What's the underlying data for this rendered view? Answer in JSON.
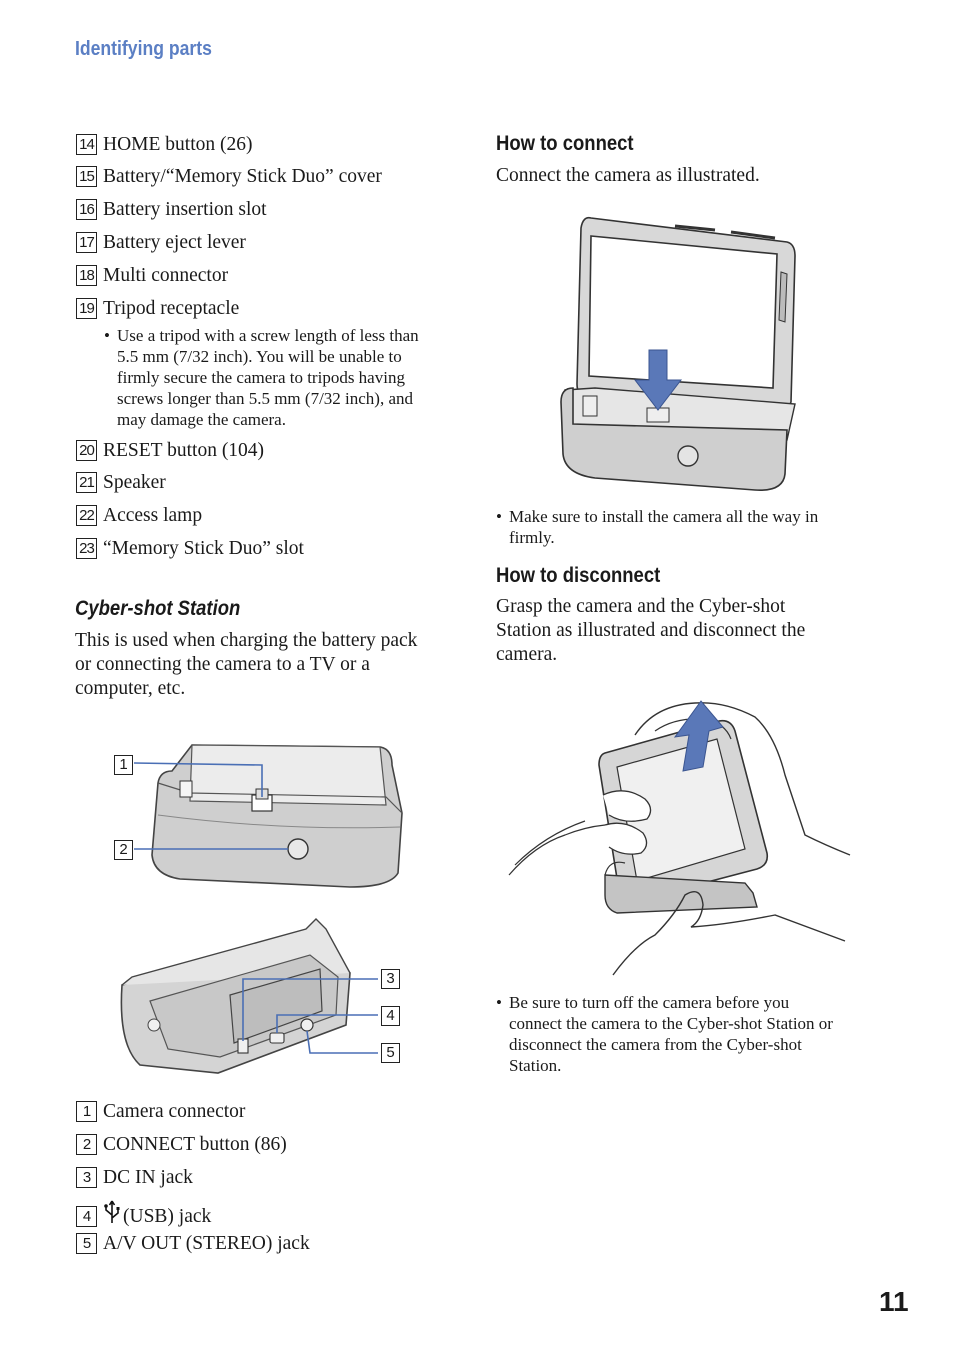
{
  "header": {
    "section_title": "Identifying parts"
  },
  "camera_parts": [
    {
      "num": "14",
      "label": "HOME button (26)"
    },
    {
      "num": "15",
      "label": "Battery/“Memory Stick Duo” cover"
    },
    {
      "num": "16",
      "label": "Battery insertion slot"
    },
    {
      "num": "17",
      "label": "Battery eject lever"
    },
    {
      "num": "18",
      "label": "Multi connector"
    },
    {
      "num": "19",
      "label": "Tripod receptacle"
    },
    {
      "num": "20",
      "label": "RESET button (104)"
    },
    {
      "num": "21",
      "label": "Speaker"
    },
    {
      "num": "22",
      "label": "Access lamp"
    },
    {
      "num": "23",
      "label": "“Memory Stick Duo” slot"
    }
  ],
  "tripod_note": [
    "Use a tripod with a screw length of less than",
    "5.5 mm (7/32 inch). You will be unable to",
    "firmly secure the camera to tripods having",
    "screws longer than 5.5 mm (7/32 inch), and",
    "may damage the camera."
  ],
  "bullet": "•",
  "station": {
    "heading": "Cyber-shot Station",
    "description": [
      "This is used when charging the battery pack",
      "or connecting the camera to a TV or a",
      "computer, etc."
    ],
    "callouts": [
      "1",
      "2",
      "3",
      "4",
      "5"
    ],
    "parts": [
      {
        "num": "1",
        "label": "Camera connector"
      },
      {
        "num": "2",
        "label": "CONNECT button (86)"
      },
      {
        "num": "3",
        "label": "DC IN jack"
      },
      {
        "num": "4",
        "label": "(USB) jack"
      },
      {
        "num": "5",
        "label": "A/V OUT (STEREO) jack"
      }
    ]
  },
  "connect": {
    "heading": "How to connect",
    "text": "Connect the camera as illustrated.",
    "note": [
      "Make sure to install the camera all the way in",
      "firmly."
    ]
  },
  "disconnect": {
    "heading": "How to disconnect",
    "text": [
      "Grasp the camera and the Cyber-shot",
      "Station as illustrated and disconnect the",
      "camera."
    ],
    "note": [
      "Be sure to turn off the camera before you",
      "connect the camera to the Cyber-shot Station or",
      "disconnect the camera from the Cyber-shot",
      "Station."
    ]
  },
  "page_number": "11",
  "colors": {
    "heading_blue": "#5b7fc4",
    "arrow_blue": "#5a78b8"
  },
  "icons": [
    "usb-icon",
    "down-arrow-icon",
    "up-arrow-icon"
  ]
}
